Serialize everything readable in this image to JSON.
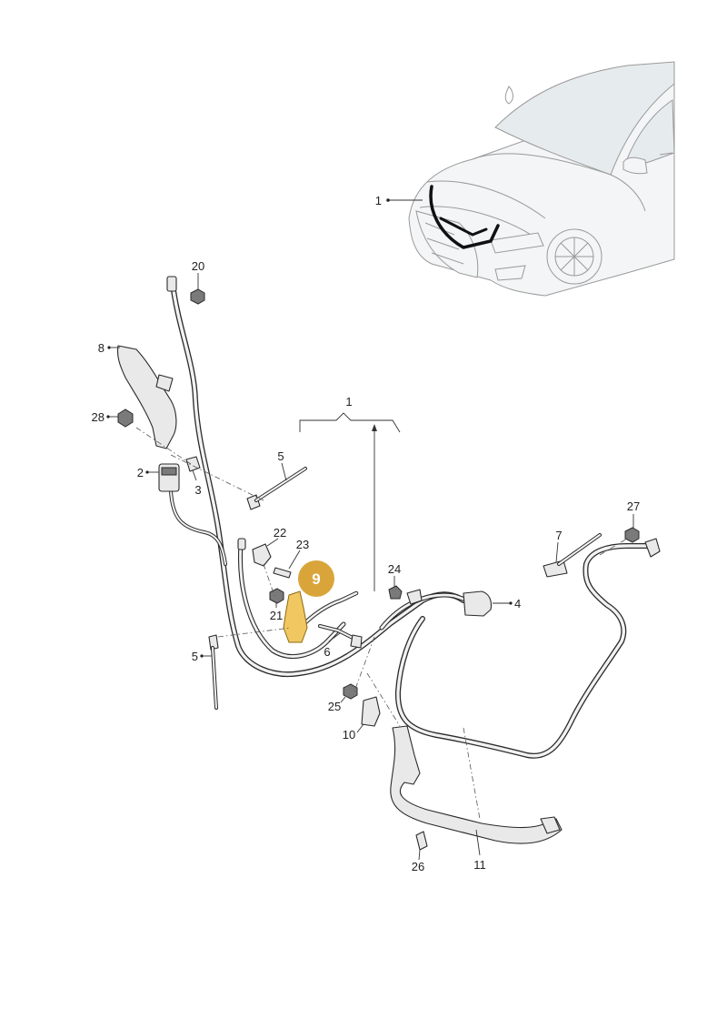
{
  "callouts": {
    "c1_car": "1",
    "c1_group": "1",
    "c2": "2",
    "c3": "3",
    "c4": "4",
    "c5_top": "5",
    "c5_left": "5",
    "c6": "6",
    "c7": "7",
    "c8": "8",
    "c9": "9",
    "c10": "10",
    "c11": "11",
    "c20": "20",
    "c21": "21",
    "c22": "22",
    "c23": "23",
    "c24": "24",
    "c25": "25",
    "c26": "26",
    "c27": "27",
    "c28": "28"
  },
  "highlight": {
    "part": "9",
    "color": "#d9a53a"
  }
}
